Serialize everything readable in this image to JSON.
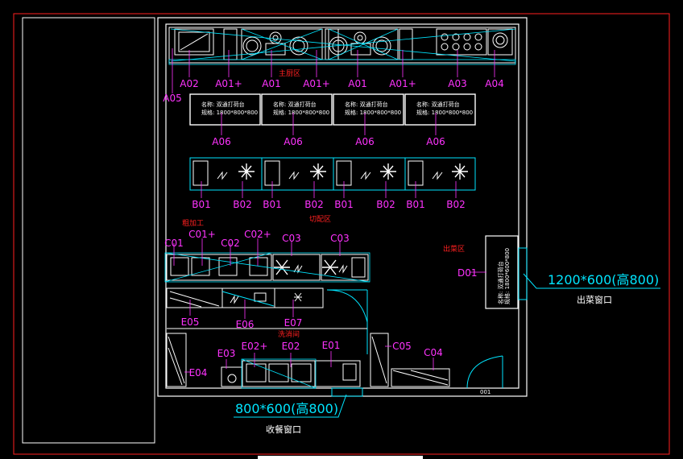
{
  "colors": {
    "background": "#000000",
    "frame": "#ff2020",
    "wall": "#ffffff",
    "equipment": "#ffffff",
    "accent": "#00e5ff",
    "label": "#ff33ff",
    "zone": "#ff2020"
  },
  "zones": {
    "main_kitchen": "主厨区",
    "cutting": "切配区",
    "rough": "粗加工",
    "serving": "出菜区",
    "washing": "洗消间"
  },
  "top_row": {
    "codes": [
      "A02",
      "A01+",
      "A01",
      "A01+",
      "A01",
      "A01+",
      "A03",
      "A04"
    ],
    "side_code": "A05"
  },
  "a06": {
    "codes": [
      "A06",
      "A06",
      "A06",
      "A06"
    ],
    "line1": "名称: 双通打荷台",
    "line2": "规格: 1800*800*800"
  },
  "b_row": {
    "codes": [
      "B01",
      "B02",
      "B01",
      "B02",
      "B01",
      "B02",
      "B01",
      "B02"
    ]
  },
  "c_row": {
    "codes": [
      "C01",
      "C01+",
      "C02",
      "C02+",
      "C03",
      "C03"
    ]
  },
  "e_row": {
    "codes": [
      "E05",
      "E06",
      "E07",
      "E04",
      "E03",
      "E02+",
      "E02",
      "E01",
      "C05",
      "C04"
    ]
  },
  "d01": {
    "code": "D01",
    "line1": "名称: 双通打荷台",
    "line2": "规格: 1800*600*800"
  },
  "serve_window": {
    "size": "1200*600(高800)",
    "label": "出菜窗口"
  },
  "collect_window": {
    "size": "800*600(高800)",
    "label": "收餐窗口"
  },
  "floor_note": "001"
}
